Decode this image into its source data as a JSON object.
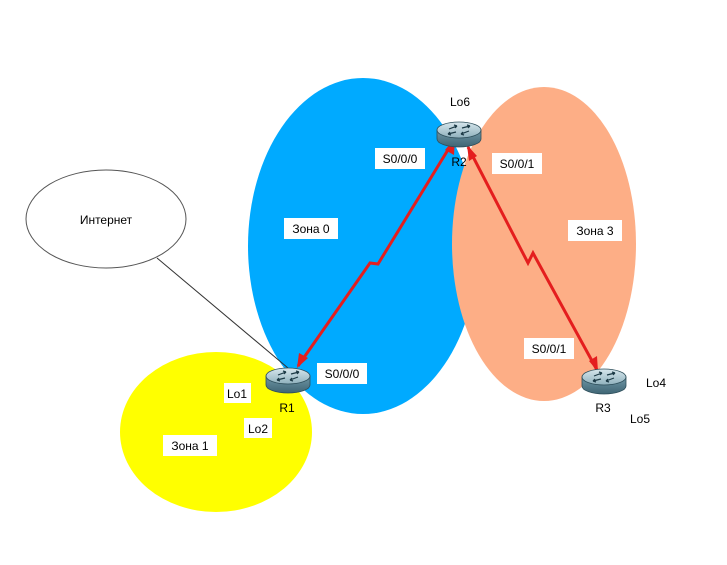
{
  "colors": {
    "area0": "#00aaff",
    "area1": "#ffff00",
    "area3": "#fdae86",
    "link": "#e41e1e",
    "area0_label": "#e00000"
  },
  "internet": {
    "label": "Интернет"
  },
  "areas": {
    "area0": {
      "label": "Зона 0"
    },
    "area1": {
      "label": "Зона 1"
    },
    "area3": {
      "label": "Зона 3"
    }
  },
  "routers": {
    "r1": {
      "name": "R1",
      "loopbacks": [
        "Lo1",
        "Lo2"
      ]
    },
    "r2": {
      "name": "R2",
      "loopbacks": [
        "Lo6"
      ]
    },
    "r3": {
      "name": "R3",
      "loopbacks": [
        "Lo4",
        "Lo5"
      ]
    }
  },
  "interfaces": {
    "r1_s000": "S0/0/0",
    "r2_s000": "S0/0/0",
    "r2_s001": "S0/0/1",
    "r3_s001": "S0/0/1"
  },
  "icons": {
    "router": "router-icon"
  }
}
